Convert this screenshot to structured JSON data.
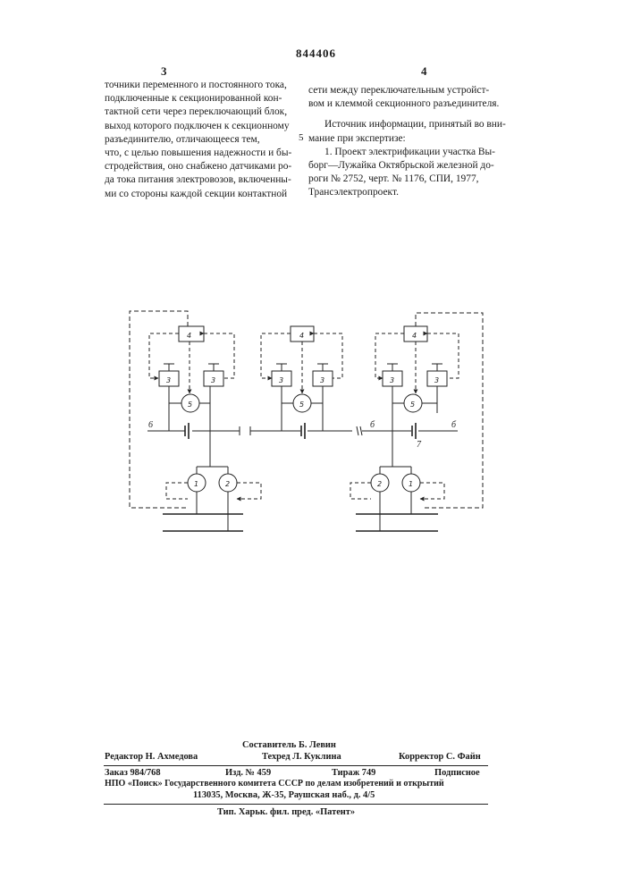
{
  "header": {
    "patent_number": "844406"
  },
  "columns": {
    "left_number": "3",
    "right_number": "4",
    "margin_line_number": "5",
    "left_lines": [
      "точники переменного и постоянного тока,",
      "подключенные к секционированной кон-",
      "тактной сети через переключающий блок,",
      "выход которого подключен к секционному",
      "разъединителю, отличающееся тем,",
      "что, с целью повышения надежности и бы-",
      "стродействия, оно снабжено датчиками ро-",
      "да тока питания электровозов, включенны-",
      "ми со стороны каждой секции контактной"
    ],
    "right_lines": [
      "сети между переключательным устройст-",
      "вом и клеммой секционного разъединителя."
    ],
    "sources_heading_lines": [
      "Источник информации, принятый во вни-",
      "мание при экспертизе:"
    ],
    "reference_lines": [
      "1. Проект электрификации участка Вы-",
      "борг—Лужайка Октябрьской железной до-",
      "роги № 2752, черт. № 1176, СПИ, 1977,",
      "Трансэлектропроект."
    ]
  },
  "diagram": {
    "block_labels": {
      "switching_block": "4",
      "sensor": "3",
      "disconnector": "5",
      "source_ac": "1",
      "source_dc": "2",
      "contact_line_left": "6",
      "contact_line_right_a": "б",
      "contact_line_right_b": "б",
      "insulator": "7"
    }
  },
  "credits": {
    "compiler": "Составитель Б. Левин",
    "editor": "Редактор Н. Ахмедова",
    "techred": "Техред Л. Куклина",
    "corrector": "Корректор С. Файн",
    "order": "Заказ 984/768",
    "edition": "Изд. № 459",
    "circulation": "Тираж 749",
    "subscription": "Подписное",
    "org_line": "НПО «Поиск» Государственного комитета СССР по делам изобретений и открытий",
    "address": "113035, Москва, Ж-35, Раушская наб., д. 4/5",
    "printer": "Тип. Харьк. фил. пред. «Патент»"
  }
}
